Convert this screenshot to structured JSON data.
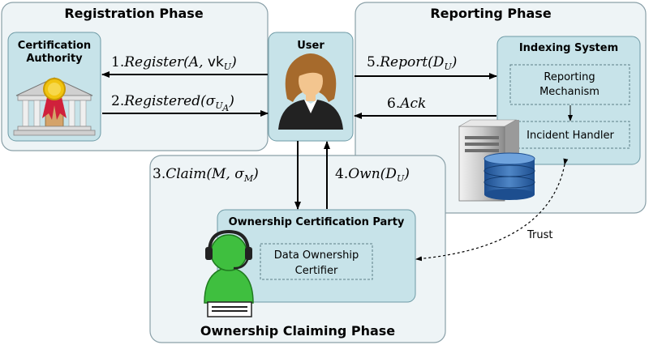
{
  "phases": {
    "registration": "Registration Phase",
    "reporting": "Reporting Phase",
    "ownership": "Ownership Claiming Phase"
  },
  "entities": {
    "ca_line1": "Certification",
    "ca_line2": "Authority",
    "user": "User",
    "indexing": "Indexing System",
    "reporting_mech_line1": "Reporting",
    "reporting_mech_line2": "Mechanism",
    "incident_handler": "Incident Handler",
    "ocp": "Ownership Certification Party",
    "dataown_line1": "Data Ownership",
    "dataown_line2": "Certifier"
  },
  "messages": {
    "m1": {
      "num": "1.",
      "name": "Register",
      "open": "(A, ",
      "upright": "vk",
      "sub": "U",
      "close": ")"
    },
    "m2": {
      "num": "2.",
      "name": "Registered",
      "open": "(σ",
      "sub": "U",
      "subsub": "A",
      "close": ")"
    },
    "m3": {
      "num": "3.",
      "name": "Claim",
      "args": "(M, σ",
      "sub": "M",
      "close": ")"
    },
    "m4": {
      "num": "4.",
      "name": "Own",
      "args": "(D",
      "sub": "U",
      "close": ")"
    },
    "m5": {
      "num": "5.",
      "name": "Report",
      "args": "(D",
      "sub": "U",
      "close": ")"
    },
    "m6": {
      "num": "6.",
      "name": "Ack"
    }
  },
  "trust_label": "Trust",
  "colors": {
    "phase_fill": "#eef4f6",
    "phase_stroke": "#8aa0a8",
    "box_fill": "#c7e3e9",
    "box_stroke": "#6e9aa5",
    "inner_stroke": "#5d7f88"
  }
}
